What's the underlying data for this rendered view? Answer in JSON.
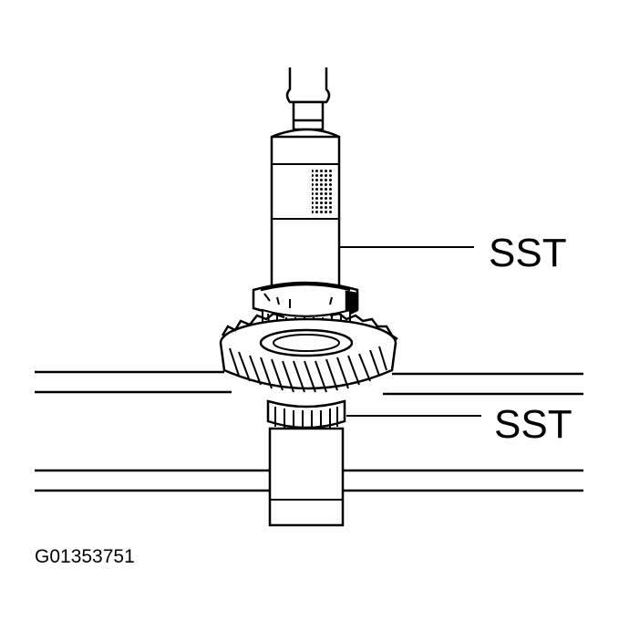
{
  "labels": {
    "sst_upper": "SST",
    "sst_lower": "SST",
    "figure_code": "G01353751"
  },
  "colors": {
    "ink": "#000000",
    "paper": "#ffffff"
  }
}
